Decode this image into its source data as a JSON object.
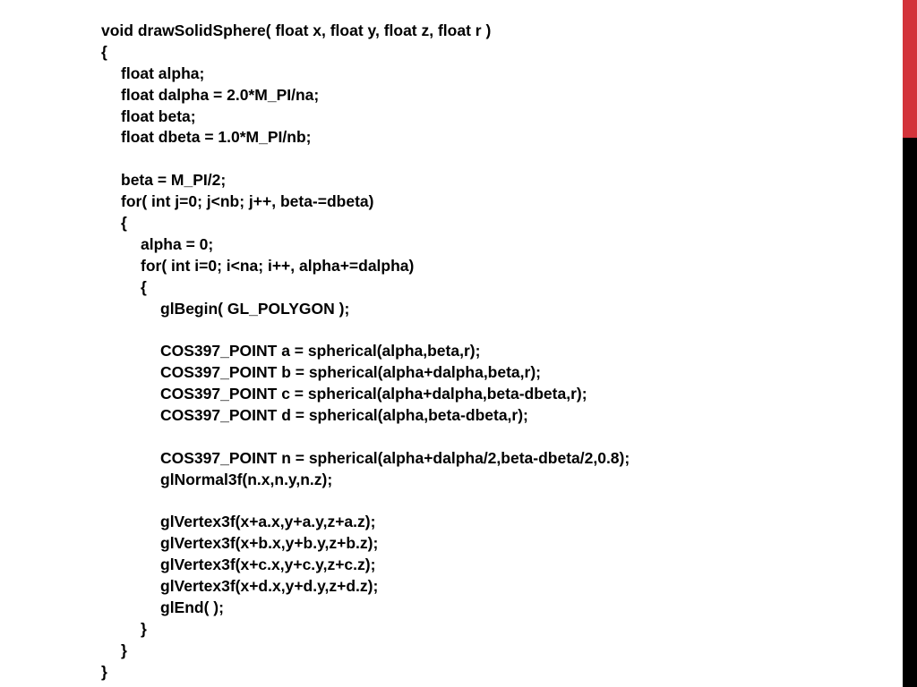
{
  "code_lines": [
    {
      "text": "void drawSolidSphere( float x, float y, float z, float r )",
      "indent": 0
    },
    {
      "text": "{",
      "indent": 0
    },
    {
      "text": "float alpha;",
      "indent": 1
    },
    {
      "text": "float dalpha = 2.0*M_PI/na;",
      "indent": 1
    },
    {
      "text": "float beta;",
      "indent": 1
    },
    {
      "text": "float dbeta = 1.0*M_PI/nb;",
      "indent": 1
    },
    {
      "text": "",
      "indent": 1
    },
    {
      "text": "beta = M_PI/2;",
      "indent": 1
    },
    {
      "text": "for( int j=0; j<nb; j++, beta-=dbeta)",
      "indent": 1
    },
    {
      "text": "{",
      "indent": 1
    },
    {
      "text": "alpha = 0;",
      "indent": 2
    },
    {
      "text": "for( int i=0; i<na; i++, alpha+=dalpha)",
      "indent": 2
    },
    {
      "text": "{",
      "indent": 2
    },
    {
      "text": "glBegin( GL_POLYGON );",
      "indent": 3
    },
    {
      "text": "",
      "indent": 3
    },
    {
      "text": "COS397_POINT a = spherical(alpha,beta,r);",
      "indent": 3
    },
    {
      "text": "COS397_POINT b = spherical(alpha+dalpha,beta,r);",
      "indent": 3
    },
    {
      "text": "COS397_POINT c = spherical(alpha+dalpha,beta-dbeta,r);",
      "indent": 3
    },
    {
      "text": "COS397_POINT d = spherical(alpha,beta-dbeta,r);",
      "indent": 3
    },
    {
      "text": "",
      "indent": 3
    },
    {
      "text": "COS397_POINT n = spherical(alpha+dalpha/2,beta-dbeta/2,0.8);",
      "indent": 3
    },
    {
      "text": "glNormal3f(n.x,n.y,n.z);",
      "indent": 3
    },
    {
      "text": "",
      "indent": 3
    },
    {
      "text": "glVertex3f(x+a.x,y+a.y,z+a.z);",
      "indent": 3
    },
    {
      "text": "glVertex3f(x+b.x,y+b.y,z+b.z);",
      "indent": 3
    },
    {
      "text": "glVertex3f(x+c.x,y+c.y,z+c.z);",
      "indent": 3
    },
    {
      "text": "glVertex3f(x+d.x,y+d.y,z+d.z);",
      "indent": 3
    },
    {
      "text": "glEnd( );",
      "indent": 3
    },
    {
      "text": "}",
      "indent": 2
    },
    {
      "text": "}",
      "indent": 1
    },
    {
      "text": "}",
      "indent": 0
    }
  ],
  "colors": {
    "accent_red": "#d3333a",
    "accent_black": "#000000",
    "text": "#000000",
    "background": "#ffffff"
  }
}
